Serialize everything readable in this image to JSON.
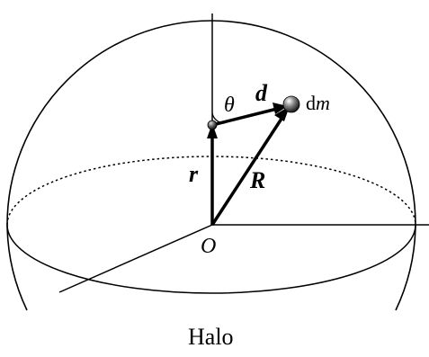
{
  "labels": {
    "theta": "θ",
    "d": "d",
    "dm_prefix": "d",
    "dm_var": "m",
    "r": "r",
    "R": "R",
    "origin": "O",
    "halo": "Halo"
  },
  "colors": {
    "ink": "#000000",
    "background": "#ffffff"
  }
}
